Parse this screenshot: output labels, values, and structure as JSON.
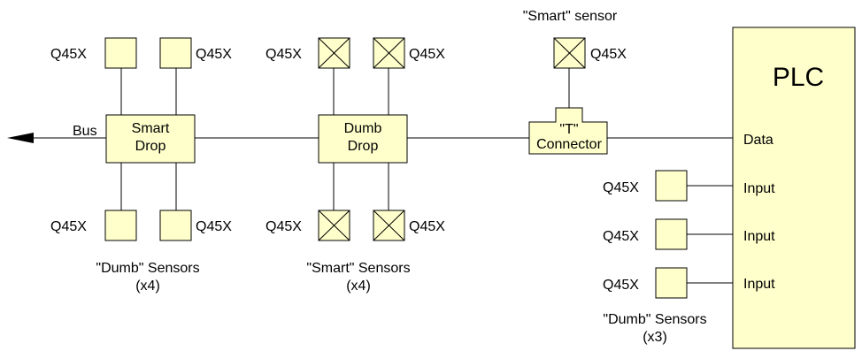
{
  "colors": {
    "fill": "#ffffcc",
    "line": "#000000",
    "background": "#ffffff"
  },
  "bus": {
    "label": "Bus"
  },
  "smart_drop": {
    "line1": "Smart",
    "line2": "Drop"
  },
  "dumb_drop": {
    "line1": "Dumb",
    "line2": "Drop"
  },
  "t_connector": {
    "line1": "\"T\"",
    "line2": "Connector"
  },
  "plc": {
    "title": "PLC",
    "data": "Data",
    "input1": "Input",
    "input2": "Input",
    "input3": "Input"
  },
  "smart_sensor_top": {
    "caption": "\"Smart\" sensor",
    "label": "Q45X"
  },
  "group_dumb4": {
    "caption1": "\"Dumb\" Sensors",
    "caption2": "(x4)",
    "labels": [
      "Q45X",
      "Q45X",
      "Q45X",
      "Q45X"
    ]
  },
  "group_smart4": {
    "caption1": "\"Smart\" Sensors",
    "caption2": "(x4)",
    "labels": [
      "Q45X",
      "Q45X",
      "Q45X",
      "Q45X"
    ]
  },
  "group_dumb3": {
    "caption1": "\"Dumb\" Sensors",
    "caption2": "(x3)",
    "labels": [
      "Q45X",
      "Q45X",
      "Q45X"
    ]
  }
}
